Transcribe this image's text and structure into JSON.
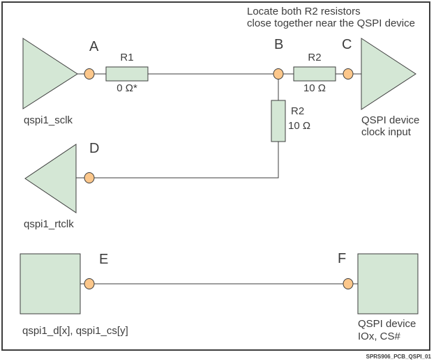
{
  "figure": {
    "note_line1": "Locate both R2 resistors",
    "note_line2": "close together near the QSPI device",
    "caption": "SPRS906_PCB_QSPI_01"
  },
  "nodes": {
    "a": "A",
    "b": "B",
    "c": "C",
    "d": "D",
    "e": "E",
    "f": "F"
  },
  "components": {
    "r1": {
      "name": "R1",
      "value": "0 Ω*"
    },
    "r2_series": {
      "name": "R2",
      "value": "10 Ω"
    },
    "r2_shunt": {
      "name": "R2",
      "value": "10 Ω"
    }
  },
  "labels": {
    "sclk_driver": "qspi1_sclk",
    "rtclk_receiver": "qspi1_rtclk",
    "data_pins": "qspi1_d[x], qspi1_cs[y]",
    "clock_input_line1": "QSPI device",
    "clock_input_line2": "clock input",
    "io_pins_line1": "QSPI device",
    "io_pins_line2": "IOx, CS#"
  },
  "colors": {
    "component_fill": "#d4e7d5",
    "node_fill": "#fcc78b",
    "stroke": "#3d3d3d",
    "text": "#3d3d3d",
    "background": "#ffffff"
  }
}
